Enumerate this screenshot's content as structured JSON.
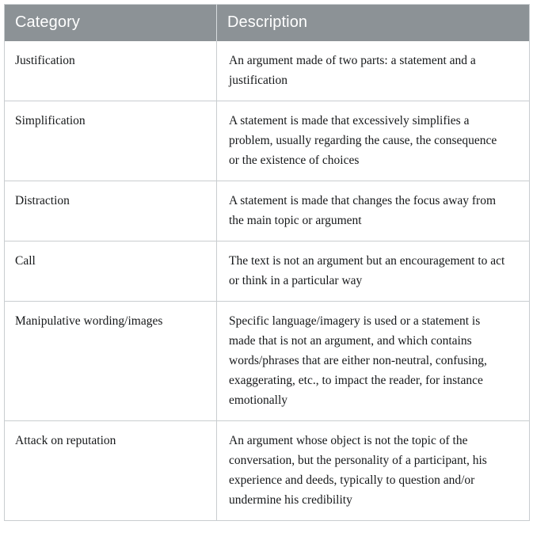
{
  "table": {
    "columns": [
      {
        "key": "category",
        "label": "Category"
      },
      {
        "key": "description",
        "label": "Description"
      }
    ],
    "header_background": "#8c9296",
    "header_text_color": "#ffffff",
    "border_color": "#c9cdd0",
    "body_text_color": "#16181a",
    "rows": [
      {
        "category": "Justification",
        "description": "An argument made of two parts: a statement and a justification"
      },
      {
        "category": "Simplification",
        "description": "A statement is made that excessively simplifies a problem, usually regarding the cause, the consequence or the existence of choices"
      },
      {
        "category": "Distraction",
        "description": "A statement is made that changes the focus away from the main topic or argument"
      },
      {
        "category": "Call",
        "description": "The text is not an argument but an encouragement to act or think in a particular way"
      },
      {
        "category": "Manipulative wording/images",
        "description": "Specific language/imagery is used or a statement is made that is not an argument, and which contains words/phrases that are either non-neutral, confusing, exaggerating, etc., to impact the reader, for instance emotionally"
      },
      {
        "category": "Attack on reputation",
        "description": "An argument whose object is not the topic of the conversation, but the personality of a participant, his experience and deeds, typically to question and/or undermine his credibility"
      }
    ]
  }
}
